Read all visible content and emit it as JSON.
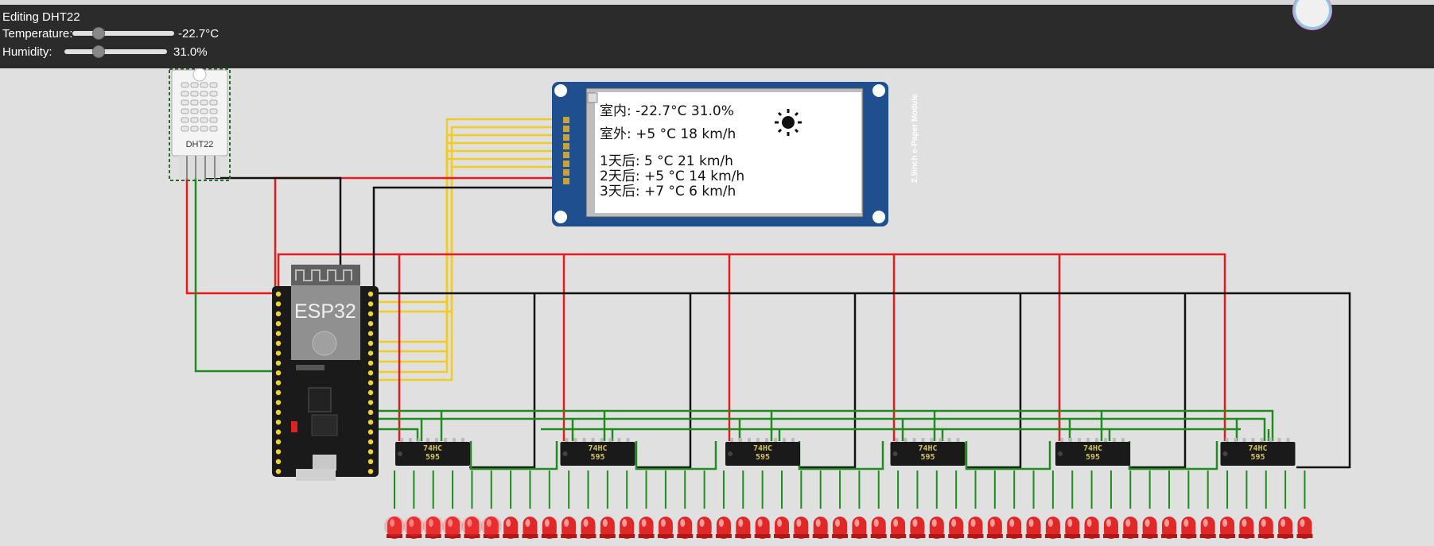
{
  "editor": {
    "title": "Editing DHT22",
    "temperature_label": "Temperature:",
    "temperature_value": "-22.7°C",
    "temperature_fraction": 0.22,
    "humidity_label": "Humidity:",
    "humidity_value": "31.0%",
    "humidity_fraction": 0.31
  },
  "dht22": {
    "label": "DHT22"
  },
  "esp32": {
    "label": "ESP32"
  },
  "epaper": {
    "module_label": "2.9inch e-Paper Module",
    "lines": [
      "室内: -22.7°C 31.0%",
      "室外: +5 °C 18 km/h",
      "1天后: 5 °C 21 km/h",
      "2天后: +5 °C 14 km/h",
      "3天后: +7 °C 6 km/h"
    ],
    "weather_icon": "sun-icon"
  },
  "shift_registers": [
    {
      "label": "74HC\n595"
    },
    {
      "label": "74HC\n595"
    },
    {
      "label": "74HC\n595"
    },
    {
      "label": "74HC\n595"
    },
    {
      "label": "74HC\n595"
    },
    {
      "label": "74HC\n595"
    }
  ],
  "led_count": 48,
  "colors": {
    "wire_power": "#e8191a",
    "wire_ground": "#111111",
    "wire_data": "#1e8c1e",
    "wire_spi": "#f2cc22",
    "led": "#e02828",
    "board": "#1a1a1a",
    "epaper_pcb": "#1f4f8f"
  }
}
